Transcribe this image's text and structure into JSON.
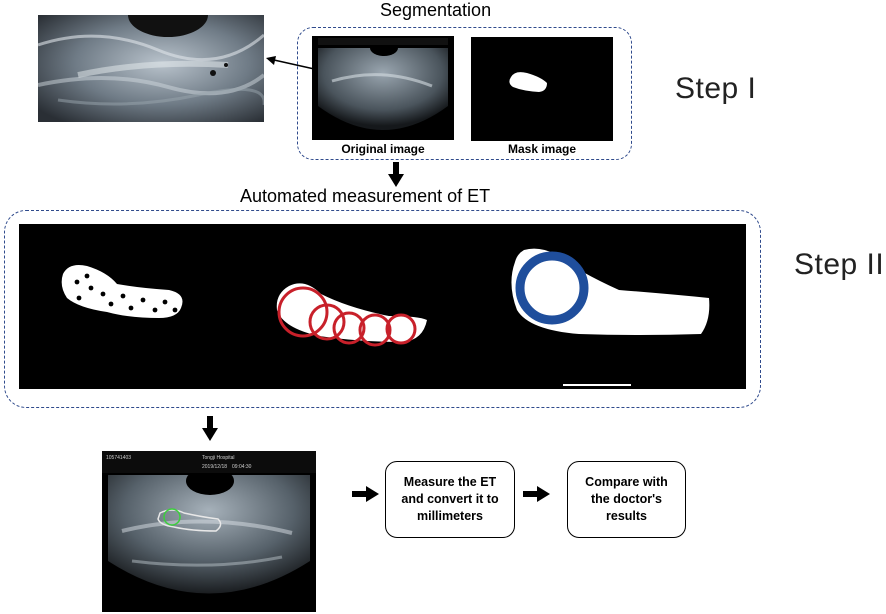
{
  "segmentation": {
    "title": "Segmentation",
    "original_caption": "Original image",
    "mask_caption": "Mask image"
  },
  "step1_label": "Step I",
  "step2_label": "Step II",
  "measurement_title": "Automated measurement of ET",
  "process_boxes": [
    "Measure the ET and convert it to millimeters",
    "Compare with the doctor's results"
  ],
  "overlay_text": {
    "hospital": "Tongji Hospital",
    "id": "105741403",
    "date": "2019/12/18",
    "time": "09:04:30"
  },
  "colors": {
    "frame_border": "#2f4a8c",
    "inscribed_circle": "#c8202a",
    "max_circle": "#1f4e9c",
    "mask": "#ffffff",
    "panel_background": "#000000"
  }
}
